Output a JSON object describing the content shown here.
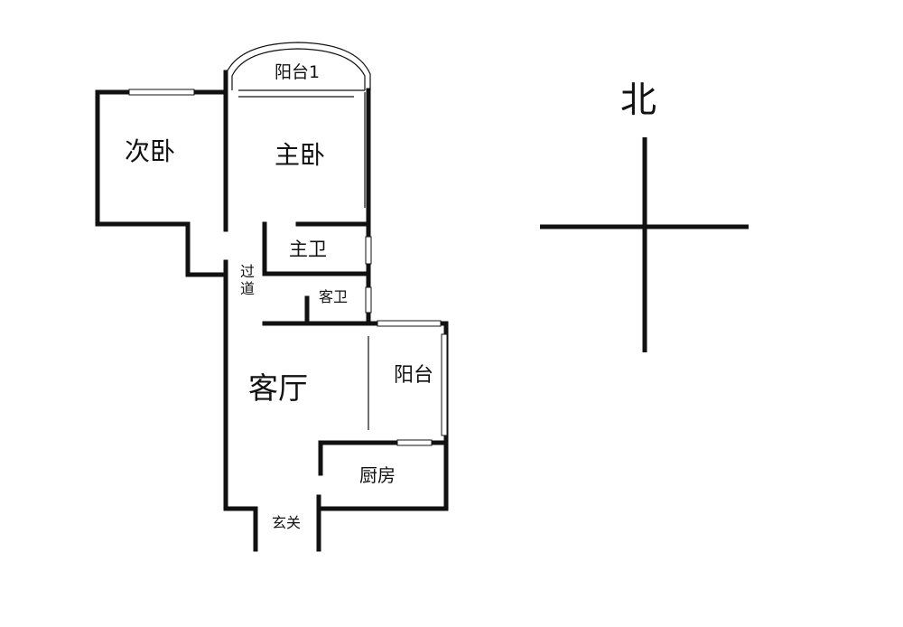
{
  "rooms": {
    "balcony_1": "阳台1",
    "second_bedroom": "次卧",
    "master_bedroom": "主卧",
    "master_bath": "主卫",
    "corridor": "过道",
    "guest_bath": "客卫",
    "living_room": "客厅",
    "balcony": "阳台",
    "kitchen": "厨房",
    "entrance": "玄关"
  },
  "compass": {
    "north_label": "北"
  },
  "colors": {
    "ink": "#111111",
    "background": "#ffffff"
  }
}
